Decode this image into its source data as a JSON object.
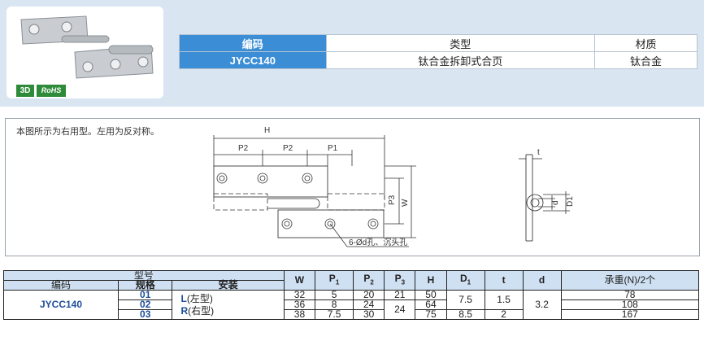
{
  "badges": {
    "three_d": "3D",
    "rohs": "RoHS"
  },
  "info": {
    "headers": [
      "编码",
      "类型",
      "材质"
    ],
    "code": "JYCC140",
    "type": "钛合金拆卸式合页",
    "material": "钛合金"
  },
  "drawing": {
    "note": "本图所示为右用型。左用为反对称。",
    "labels": {
      "H": "H",
      "P2a": "P2",
      "P2b": "P2",
      "P1": "P1",
      "P3": "P3",
      "W": "W",
      "t": "t",
      "d": "d",
      "D1": "D1",
      "hole": "6-Ød孔、沉头孔"
    }
  },
  "spec": {
    "group_header": "型号",
    "headers": {
      "code": "编码",
      "spec": "规格",
      "install": "安装",
      "W": "W",
      "P1": "P",
      "P2": "P",
      "P3": "P",
      "H": "H",
      "D1": "D",
      "t": "t",
      "d": "d",
      "load": "承重(N)/2个"
    },
    "subs": {
      "P1": "1",
      "P2": "2",
      "P3": "3",
      "D1": "1"
    },
    "code": "JYCC140",
    "install": {
      "l_code": "L",
      "l_text": "(左型)",
      "r_code": "R",
      "r_text": "(右型)"
    },
    "rows": [
      {
        "spec": "01",
        "W": "32",
        "P1": "5",
        "P2": "20",
        "load": "78"
      },
      {
        "spec": "02",
        "W": "36",
        "P1": "8",
        "P2": "24",
        "load": "108"
      },
      {
        "spec": "03",
        "W": "38",
        "P1": "7.5",
        "P2": "30",
        "load": "167"
      }
    ],
    "merged": {
      "P3_a": "21",
      "P3_b": "24",
      "H": [
        "50",
        "64",
        "75"
      ],
      "D1_a": "7.5",
      "D1_b": "8.5",
      "t_a": "1.5",
      "t_b": "2",
      "d": "3.2"
    }
  }
}
